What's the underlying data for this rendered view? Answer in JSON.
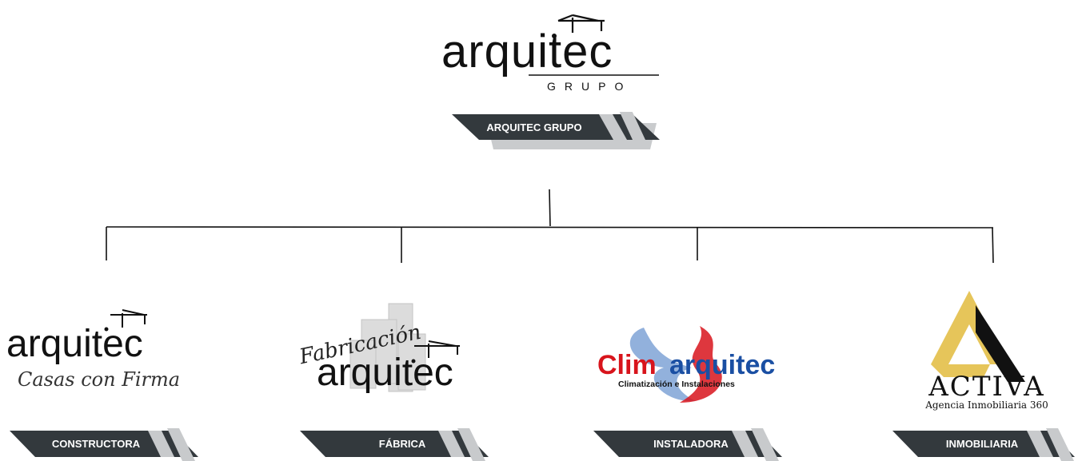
{
  "top": {
    "logo_word": "arquitec",
    "logo_sub": "GRUPO",
    "banner": "ARQUITEC GRUPO"
  },
  "nodes": [
    {
      "logo_word": "arquitec",
      "logo_script": "Casas con Firma",
      "banner": "CONSTRUCTORA"
    },
    {
      "logo_script": "Fabricación",
      "logo_word": "arquitec",
      "banner": "FÁBRICA"
    },
    {
      "logo_word_red": "Clim",
      "logo_word_blue": "arquitec",
      "logo_sub": "Climatización e Instalaciones",
      "banner": "INSTALADORA"
    },
    {
      "logo_word": "ACTIVA",
      "logo_sub": "Agencia Inmobiliaria 360",
      "banner": "INMOBILIARIA"
    }
  ],
  "colors": {
    "banner_dark": "#33393d",
    "banner_shadow": "#c9cbcd",
    "stripe_light": "#c8cacc",
    "line": "#111111",
    "clim_red": "#d8141c",
    "clim_blue": "#1a4fa3",
    "activa_gold": "#e6c55a"
  }
}
